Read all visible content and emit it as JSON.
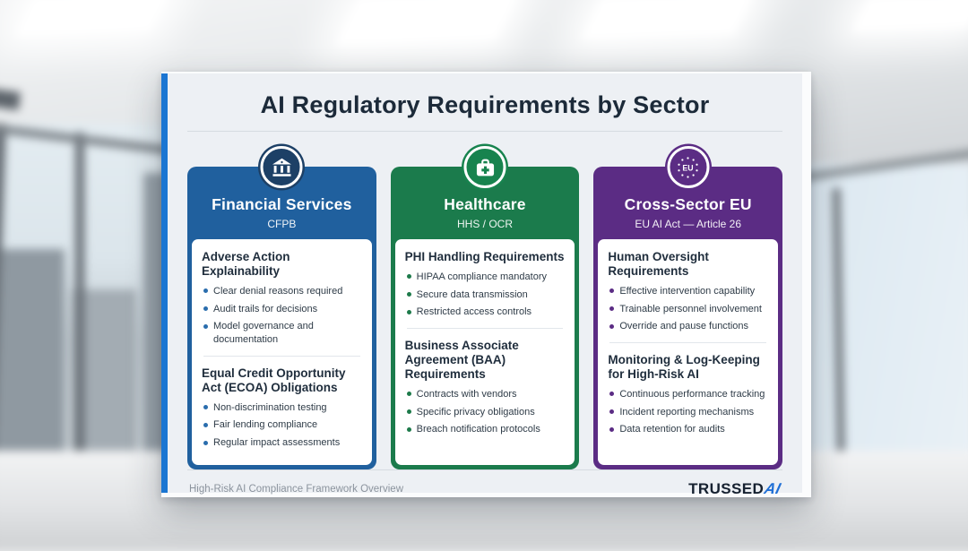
{
  "panel": {
    "title": "AI Regulatory Requirements by Sector",
    "accent_color": "#1b76d2",
    "footer": {
      "caption": "High-Risk AI Compliance Framework Overview",
      "brand_text": "TRUSSED",
      "brand_mark": "AI"
    }
  },
  "cards": [
    {
      "title": "Financial Services",
      "subtitle": "CFPB",
      "icon": "bank-icon",
      "theme_color": "#20609e",
      "badge_color": "#1d4066",
      "sections": [
        {
          "heading": "Adverse Action Explainability",
          "bullets": [
            "Clear denial reasons required",
            "Audit trails for decisions",
            "Model governance and documentation"
          ]
        },
        {
          "heading": "Equal Credit Opportunity Act (ECOA) Obligations",
          "bullets": [
            "Non-discrimination testing",
            "Fair lending compliance",
            "Regular impact assessments"
          ]
        }
      ]
    },
    {
      "title": "Healthcare",
      "subtitle": "HHS / OCR",
      "icon": "medical-kit-icon",
      "theme_color": "#1b7b4c",
      "badge_color": "#17834e",
      "sections": [
        {
          "heading": "PHI Handling Requirements",
          "bullets": [
            "HIPAA compliance mandatory",
            "Secure data transmission",
            "Restricted access controls"
          ]
        },
        {
          "heading": "Business Associate Agreement (BAA) Requirements",
          "bullets": [
            "Contracts with vendors",
            "Specific privacy obligations",
            "Breach notification protocols"
          ]
        }
      ]
    },
    {
      "title": "Cross-Sector EU",
      "subtitle": "EU AI Act — Article 26",
      "icon": "eu-stars-icon",
      "theme_color": "#5b2c84",
      "badge_color": "#5b2c84",
      "sections": [
        {
          "heading": "Human Oversight Requirements",
          "bullets": [
            "Effective intervention capability",
            "Trainable personnel involvement",
            "Override and pause functions"
          ]
        },
        {
          "heading": "Monitoring & Log-Keeping for High-Risk AI",
          "bullets": [
            "Continuous performance tracking",
            "Incident reporting mechanisms",
            "Data retention for audits"
          ]
        }
      ]
    }
  ]
}
